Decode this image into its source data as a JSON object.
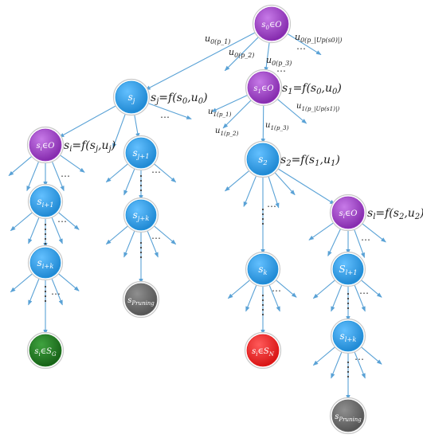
{
  "colors": {
    "normal": "#2196e0",
    "obstacle": "#9b3bc4",
    "goal": "#1f7a1f",
    "pruning": "#6b6b6b",
    "dead": "#ee1c1c",
    "edge": "#5aa2d6"
  },
  "nodes": {
    "s0": {
      "base": "s",
      "sub": "0",
      "tail": "∈O"
    },
    "sj": {
      "base": "s",
      "sub": "j",
      "tail": ""
    },
    "s1": {
      "base": "s",
      "sub": "1",
      "tail": "∈O"
    },
    "si": {
      "base": "s",
      "sub": "i",
      "tail": "∈O"
    },
    "si1": {
      "base": "s",
      "sub": "i+1",
      "tail": ""
    },
    "sik": {
      "base": "s",
      "sub": "i+k",
      "tail": ""
    },
    "sgoal": {
      "base": "s",
      "sub": "i",
      "tail": "∈S",
      "tail_sub": "G"
    },
    "sj1": {
      "base": "s",
      "sub": "j+1",
      "tail": ""
    },
    "sjk": {
      "base": "s",
      "sub": "j+k",
      "tail": ""
    },
    "sprune1": {
      "base": "s",
      "sub": "Pruning",
      "tail": ""
    },
    "s2": {
      "base": "s",
      "sub": "2",
      "tail": ""
    },
    "sk": {
      "base": "s",
      "sub": "k",
      "tail": ""
    },
    "sdead": {
      "base": "s",
      "sub": "i",
      "tail": "∈S",
      "tail_sub": "N"
    },
    "sl": {
      "base": "s",
      "sub": "l",
      "tail": "∈O"
    },
    "sl1": {
      "base": "S",
      "sub": "l+1",
      "tail": ""
    },
    "slk": {
      "base": "s",
      "sub": "l+k",
      "tail": ""
    },
    "sprune2": {
      "base": "s",
      "sub": "Pruning",
      "tail": ""
    }
  },
  "annotations": {
    "sj": {
      "lhs": "s",
      "lhs_sub": "j",
      "eq": "=f(s",
      "a_sub": "0",
      "mid": ",u",
      "b_sub": "0",
      "end": ")"
    },
    "s1": {
      "lhs": "s",
      "lhs_sub": "1",
      "eq": "=f(s",
      "a_sub": "0",
      "mid": ",u",
      "b_sub": "0",
      "end": ")"
    },
    "si": {
      "lhs": "s",
      "lhs_sub": "i",
      "eq": "=f(s",
      "a_sub": "j",
      "mid": ",u",
      "b_sub": "j",
      "end": ")"
    },
    "s2": {
      "lhs": "s",
      "lhs_sub": "2",
      "eq": "=f(s",
      "a_sub": "1",
      "mid": ",u",
      "b_sub": "1",
      "end": ")"
    },
    "sl": {
      "lhs": "s",
      "lhs_sub": "l",
      "eq": "=f(s",
      "a_sub": "2",
      "mid": ",u",
      "b_sub": "2",
      "end": ")"
    }
  },
  "edge_labels": {
    "u0p1": {
      "base": "u",
      "sub": "0(p_1)"
    },
    "u0p2": {
      "base": "u",
      "sub": "0(p_2)"
    },
    "u0p3": {
      "base": "u",
      "sub": "0(p_3)"
    },
    "u0last": {
      "base": "u",
      "sub": "0(p_|Up(s0)|)"
    },
    "u1p1": {
      "base": "u",
      "sub": "1(p_1)"
    },
    "u1p2": {
      "base": "u",
      "sub": "1(p_2)"
    },
    "u1p3": {
      "base": "u",
      "sub": "1(p_3)"
    },
    "u1last": {
      "base": "u",
      "sub": "1(p_|Up(s1)|)"
    }
  },
  "ellipsis": "…"
}
